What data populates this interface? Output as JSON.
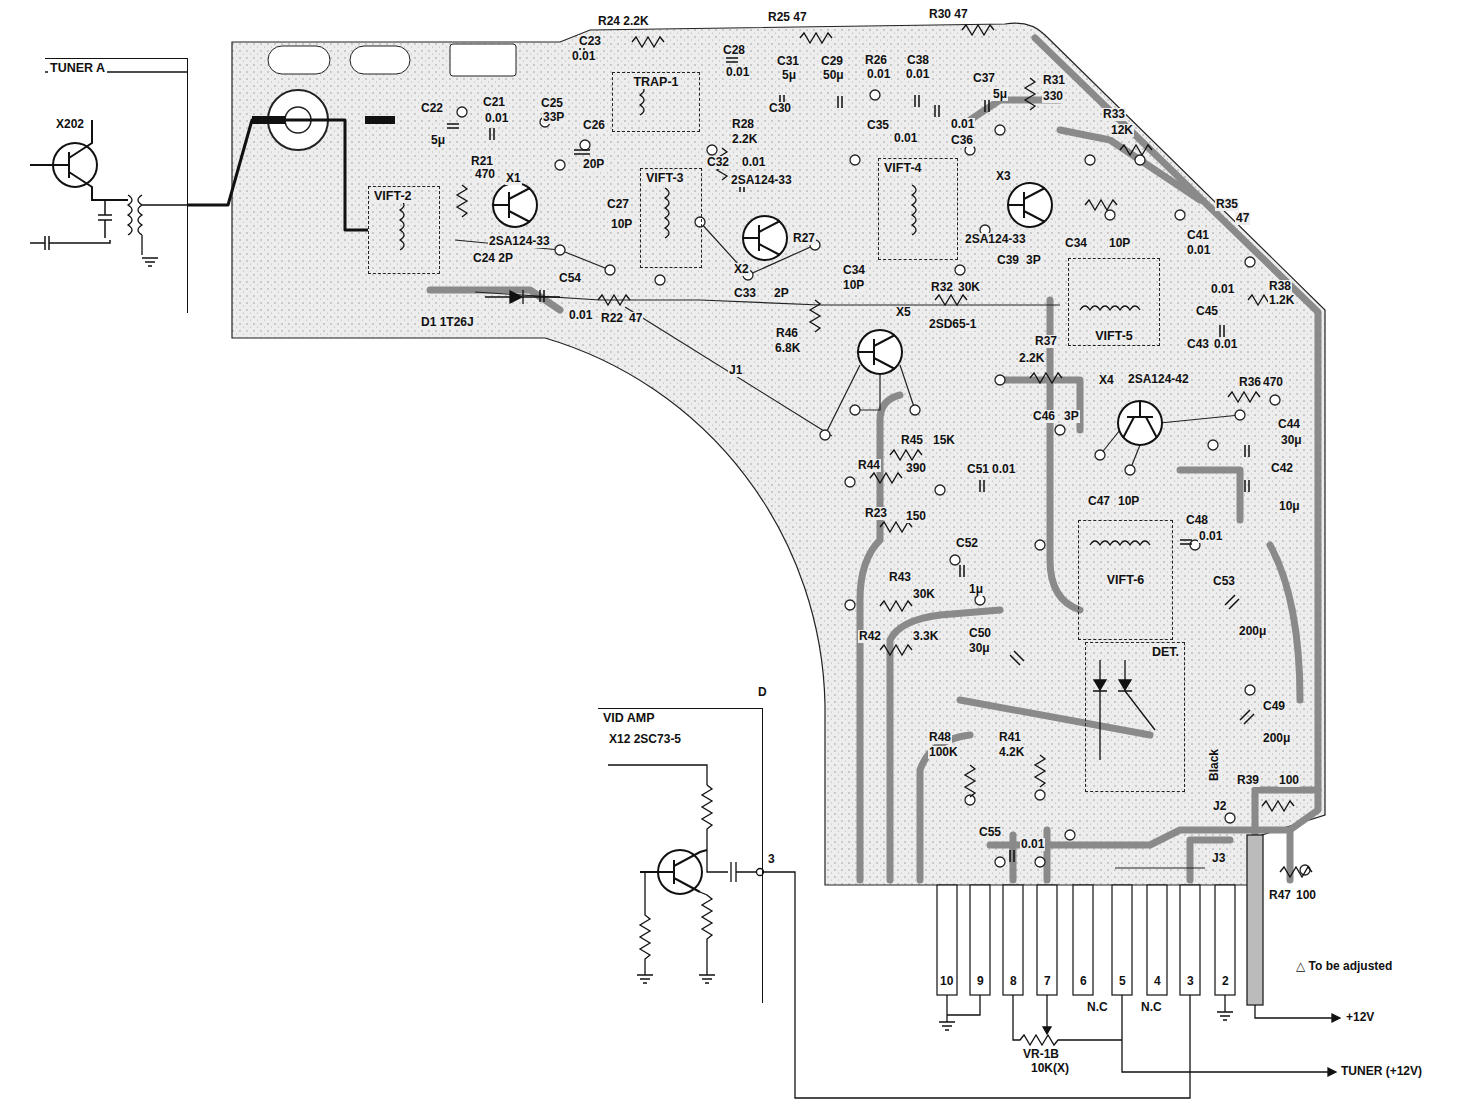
{
  "diagram": {
    "nodes": [
      {
        "text": [
          "TUNER A"
        ]
      },
      {
        "text": [
          "VIFT-2"
        ]
      },
      {
        "text": [
          "TRAP-1"
        ]
      },
      {
        "text": [
          "VIFT-3"
        ]
      },
      {
        "text": [
          "VIFT-4"
        ]
      },
      {
        "text": [
          "VIFT-5"
        ]
      },
      {
        "text": [
          "VIFT-6"
        ]
      },
      {
        "text": [
          "DET."
        ]
      },
      {
        "text": [
          "VID AMP"
        ]
      }
    ],
    "edges": [
      {
        "from": 0,
        "to": 1,
        "arrow": "none"
      }
    ],
    "labels": [
      "X202",
      "R24 2.2K",
      "R25 47",
      "R30 47",
      "C23",
      "0.01",
      "C28",
      "0.01",
      "C31",
      "5μ",
      "C29",
      "50μ",
      "R26",
      "0.01",
      "C38",
      "0.01",
      "C37",
      "5μ",
      "R31",
      "330",
      "C22",
      "5μ",
      "C21",
      "0.01",
      "C25",
      "33P",
      "C26",
      "20P",
      "R28",
      "2.2K",
      "C30",
      "C35",
      "0.01",
      "0.01",
      "C36",
      "R33",
      "12K",
      "R21",
      "470",
      "X1",
      "2SA124-33",
      "C27",
      "10P",
      "C32",
      "0.01",
      "2SA124-33",
      "X2",
      "R27",
      "X3",
      "2SA124-33",
      "C34",
      "10P",
      "R35",
      "47",
      "C41",
      "0.01",
      "C39",
      "3P",
      "C24 2P",
      "C33",
      "2P",
      "C34",
      "10P",
      "R32",
      "30K",
      "C54",
      "0.01",
      "R22",
      "47",
      "D1 1T26J",
      "J1",
      "X5",
      "2SD65-1",
      "R46",
      "6.8K",
      "0.01",
      "R38",
      "1.2K",
      "C45",
      "R37",
      "2.2K",
      "C43",
      "0.01",
      "X4",
      "2SA124-42",
      "R36",
      "470",
      "C46",
      "3P",
      "C44",
      "30μ",
      "R45",
      "15K",
      "R44",
      "390",
      "C51",
      "0.01",
      "C42",
      "10μ",
      "R23",
      "150",
      "C47",
      "10P",
      "C48",
      "0.01",
      "C52",
      "1μ",
      "R43",
      "30K",
      "C53",
      "200μ",
      "R42",
      "3.3K",
      "C50",
      "30μ",
      "D",
      "X12 2SC73-5",
      "R48",
      "100K",
      "R41",
      "4.2K",
      "Black",
      "C49",
      "200μ",
      "R39",
      "100",
      "C55",
      "0.01",
      "J2",
      "J3",
      "R47",
      "100",
      "3",
      "10",
      "9",
      "8",
      "7",
      "6",
      "5",
      "4",
      "3",
      "2",
      "N.C",
      "N.C",
      "VR-1B",
      "10K(X)",
      "+12V",
      "TUNER (+12V)",
      "△ To be adjusted"
    ]
  }
}
